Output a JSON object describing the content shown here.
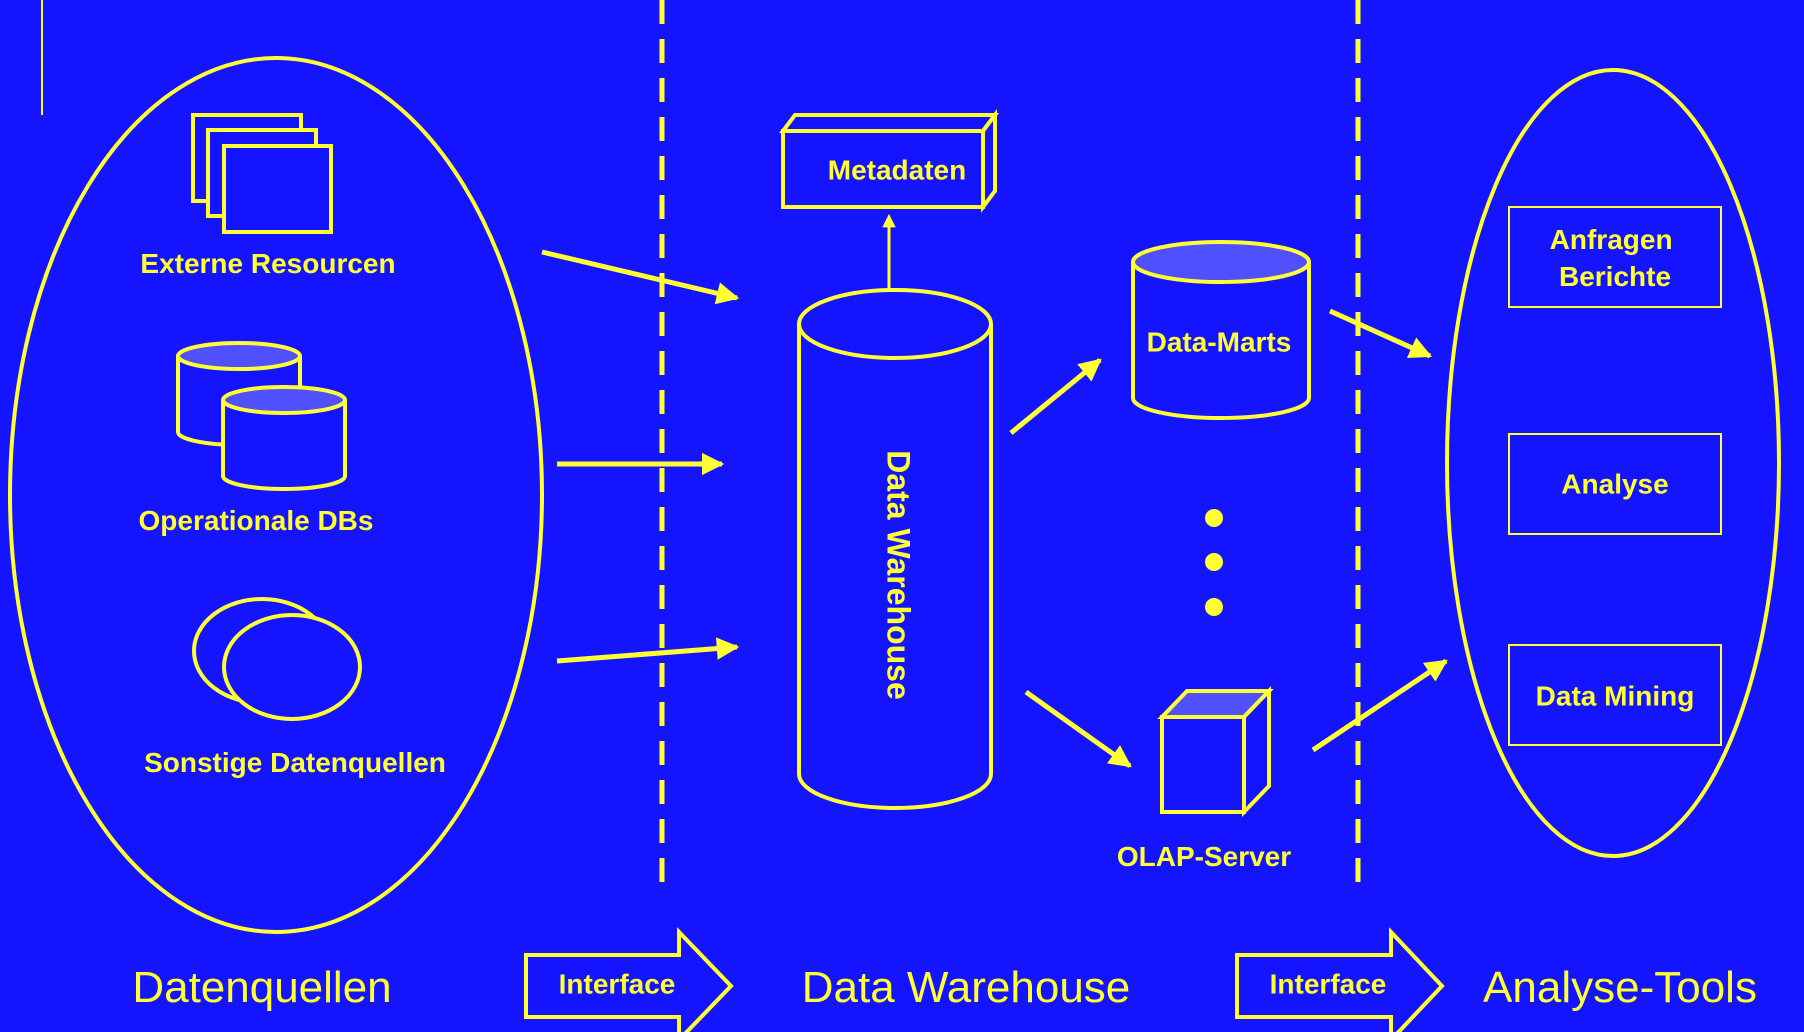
{
  "colors": {
    "background": "#1414FF",
    "foreground": "#FFFF33",
    "cylinder_top": "#5050FF"
  },
  "sources": {
    "title": "Datenquellen",
    "items": [
      {
        "label": "Externe Resourcen",
        "icon": "stacked-documents-icon"
      },
      {
        "label": "Operationale DBs",
        "icon": "database-cylinders-icon"
      },
      {
        "label": "Sonstige Datenquellen",
        "icon": "overlapping-ellipses-icon"
      }
    ]
  },
  "interface_left": "Interface",
  "warehouse": {
    "title": "Data Warehouse",
    "metadata_label": "Metadaten",
    "cylinder_label": "Data Warehouse",
    "datamarts_label": "Data-Marts",
    "olap_label": "OLAP-Server"
  },
  "interface_right": "Interface",
  "tools": {
    "title": "Analyse-Tools",
    "items": [
      {
        "line1": "Anfragen",
        "line2": "Berichte"
      },
      {
        "line1": "Analyse"
      },
      {
        "line1": "Data Mining"
      }
    ]
  }
}
